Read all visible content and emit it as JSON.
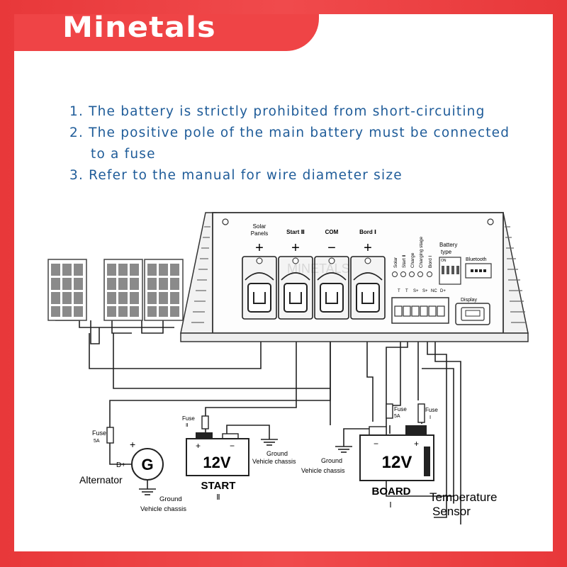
{
  "brand": {
    "name": "Minetals"
  },
  "notes": [
    "1. The battery is strictly prohibited from short-circuiting",
    "2. The positive pole of the main battery must be connected",
    "to a fuse",
    "3. Refer to the manual for wire diameter size"
  ],
  "controller": {
    "terminals": [
      {
        "label": "Solar\nPanels",
        "sign": "+"
      },
      {
        "label": "Start Ⅱ",
        "sign": "+"
      },
      {
        "label": "COM",
        "sign": "−"
      },
      {
        "label": "Bord Ⅰ",
        "sign": "+"
      }
    ],
    "indicators": [
      "Solar",
      "Start Ⅱ",
      "Charge",
      "Charging stage",
      "Bord Ⅰ"
    ],
    "battery_type_label": "Battery type",
    "dip_label": "ON",
    "bluetooth_label": "Bluetooth",
    "display_label": "Display",
    "small_terminal_labels": [
      "T",
      "T",
      "S+",
      "S+",
      "NC",
      "D+"
    ],
    "watermark": "MINETALS"
  },
  "alternator": {
    "name": "Alternator",
    "symbol": "G",
    "d_label": "D+",
    "fuse_label": "Fuse",
    "fuse_rating": "5A",
    "ground_label": "Ground",
    "chassis_label": "Vehicle chassis"
  },
  "start_battery": {
    "voltage": "12V",
    "name": "START",
    "numeral": "Ⅱ",
    "fuse_label": "Fuse",
    "fuse_numeral": "Ⅱ",
    "ground_label": "Ground",
    "chassis_label": "Vehicle chassis"
  },
  "board_battery": {
    "voltage": "12V",
    "name": "BOARD",
    "numeral": "Ⅰ",
    "fuse_label": "Fuse",
    "fuse_rating": "5A",
    "fuse2_label": "Fuse",
    "fuse2_numeral": "Ⅰ",
    "ground_label": "Ground",
    "chassis_label": "Vehicle chassis"
  },
  "temperature_sensor": {
    "line1": "Temperature",
    "line2": "Sensor"
  },
  "colors": {
    "frame": "#e8383a",
    "header": "#ef4446",
    "note_text": "#1f5c99"
  }
}
